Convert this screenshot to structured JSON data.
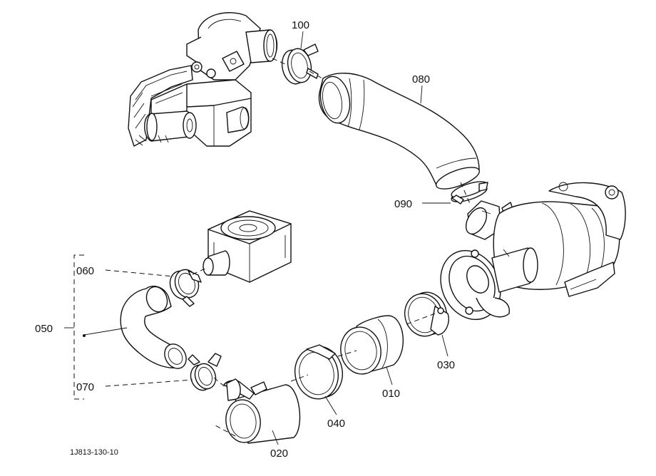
{
  "diagram": {
    "drawing_code": "1J813-130-10",
    "callouts": [
      {
        "id": "p100",
        "label": "100",
        "part": "hose-clamp"
      },
      {
        "id": "p080",
        "label": "080",
        "part": "intake-hose"
      },
      {
        "id": "p090",
        "label": "090",
        "part": "hose-clamp"
      },
      {
        "id": "p060",
        "label": "060",
        "part": "hose-clamp"
      },
      {
        "id": "p050",
        "label": "050",
        "part": "hose-assembly"
      },
      {
        "id": "p070",
        "label": "070",
        "part": "hose-clamp"
      },
      {
        "id": "p030",
        "label": "030",
        "part": "hose-band"
      },
      {
        "id": "p010",
        "label": "010",
        "part": "joint-hose"
      },
      {
        "id": "p040",
        "label": "040",
        "part": "hose-band"
      },
      {
        "id": "p020",
        "label": "020",
        "part": "pipe"
      }
    ]
  }
}
